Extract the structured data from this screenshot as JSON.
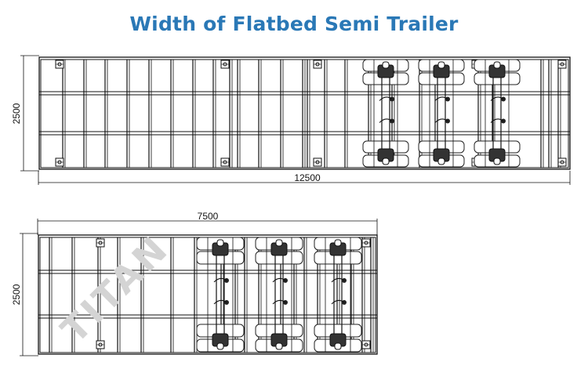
{
  "title": "Width of Flatbed Semi Trailer",
  "drawings": [
    {
      "id": "tri-axle-12500",
      "length_label": "12500",
      "width_label": "2500",
      "axles": 3
    },
    {
      "id": "tri-axle-7500",
      "length_label": "7500",
      "width_label": "2500",
      "axles": 3
    }
  ],
  "watermark": "TITAN",
  "colors": {
    "title": "#2a78b6",
    "line": "#111111",
    "watermark": "#d4d4d4"
  }
}
